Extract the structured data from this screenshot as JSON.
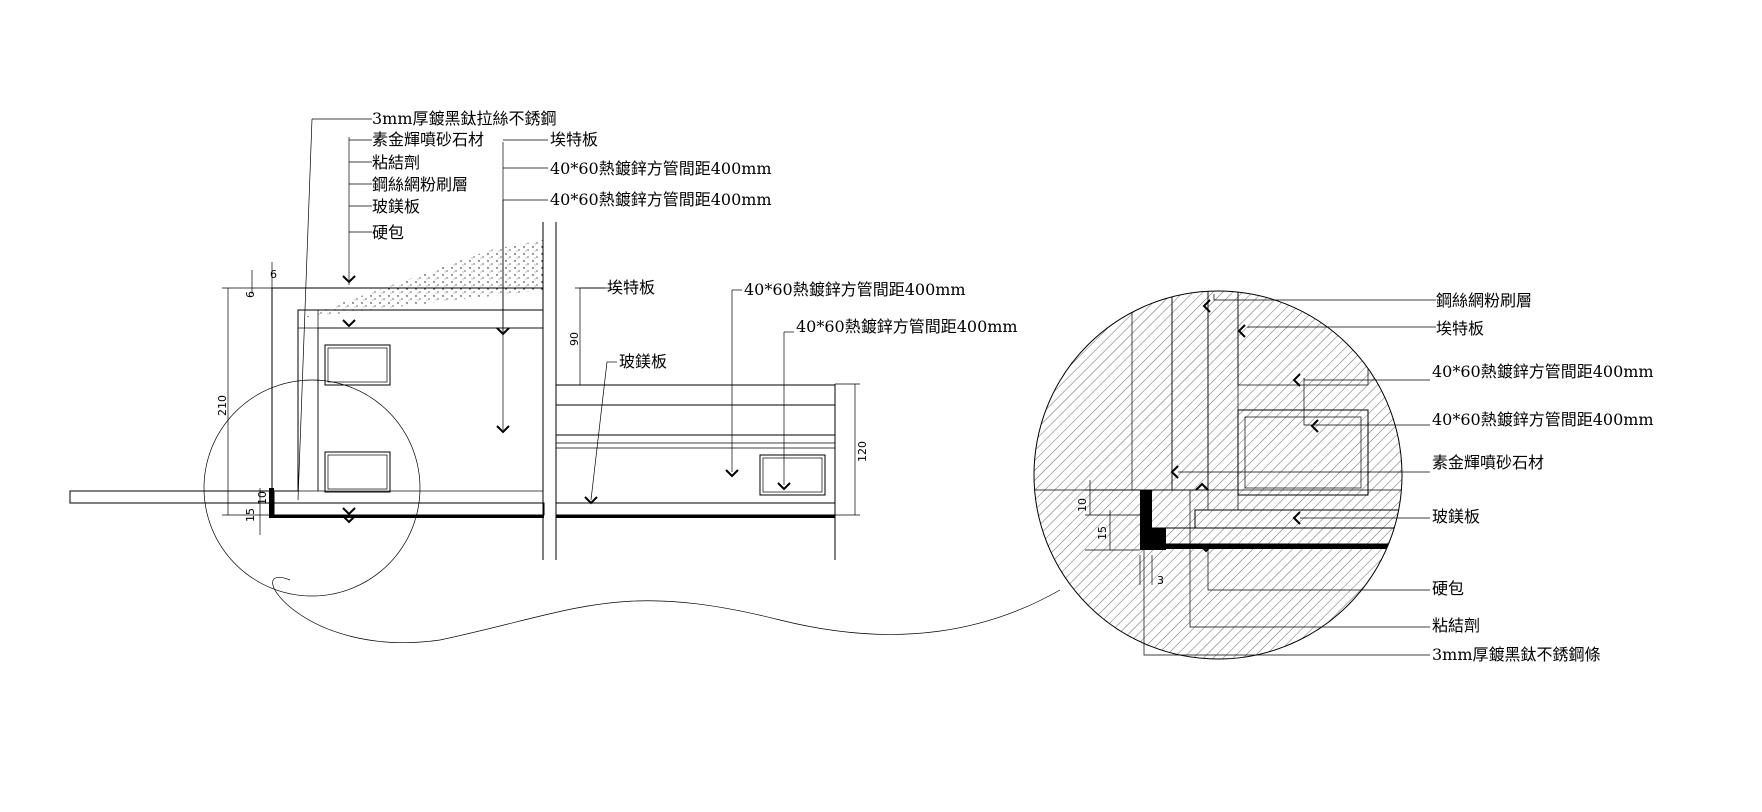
{
  "labels": {
    "left_top": [
      "3mm厚鍍黑鈦拉絲不銹鋼",
      "素金輝噴砂石材",
      "粘結劑",
      "鋼絲網粉刷層",
      "玻鎂板",
      "硬包"
    ],
    "left_mid": [
      "埃特板",
      "40*60熱鍍鋅方管間距400mm",
      "40*60熱鍍鋅方管間距400mm"
    ],
    "center": [
      "埃特板",
      "玻鎂板",
      "40*60熱鍍鋅方管間距400mm",
      "40*60熱鍍鋅方管間距400mm"
    ],
    "detail_right": [
      "鋼絲網粉刷層",
      "埃特板",
      "40*60熱鍍鋅方管間距400mm",
      "40*60熱鍍鋅方管間距400mm",
      "素金輝噴砂石材",
      "玻鎂板",
      "硬包",
      "粘結劑",
      "3mm厚鍍黑鈦不銹鋼條"
    ]
  },
  "dimensions": {
    "left_6": "6",
    "left_6b": "6",
    "left_210": "210",
    "left_15": "15",
    "left_10": "10",
    "center_90": "90",
    "center_120": "120",
    "detail_10": "10",
    "detail_15": "15",
    "detail_3": "3"
  },
  "colors": {
    "line": "#000000",
    "background": "#ffffff"
  }
}
